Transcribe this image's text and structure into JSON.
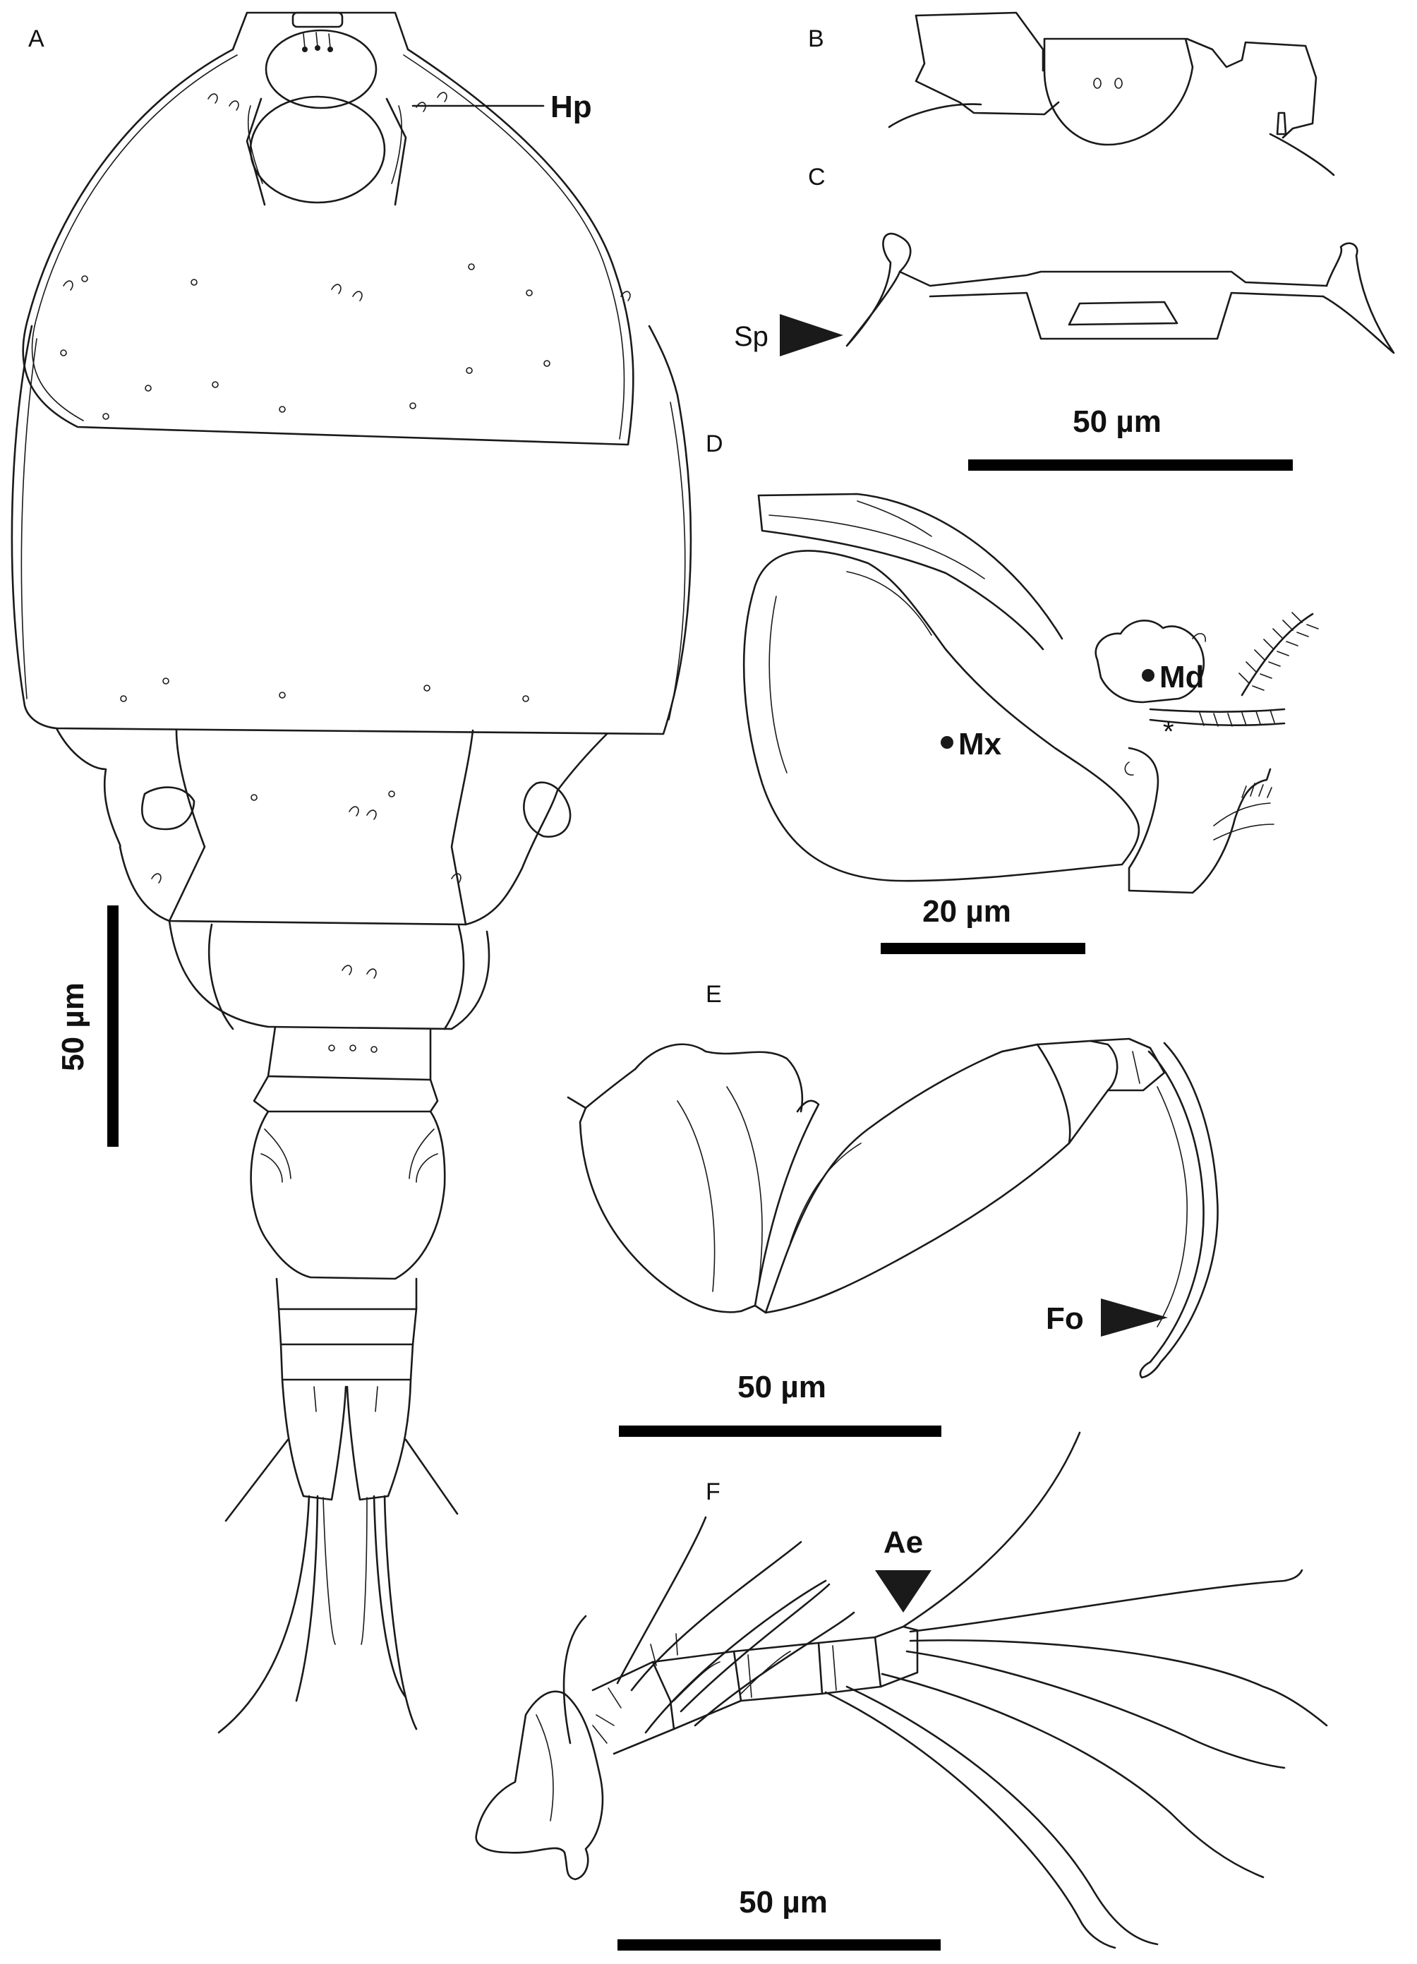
{
  "panels": {
    "a": "A",
    "b": "B",
    "c": "C",
    "d": "D",
    "e": "E",
    "f": "F"
  },
  "labels": {
    "hp": "Hp",
    "sp": "Sp",
    "md": "Md",
    "mx": "Mx",
    "asterisk": "*",
    "fo": "Fo",
    "ae": "Ae"
  },
  "scale_bars": {
    "a": "50 µm",
    "bc": "50 µm",
    "d": "20 µm",
    "e": "50 µm",
    "f": "50 µm"
  }
}
